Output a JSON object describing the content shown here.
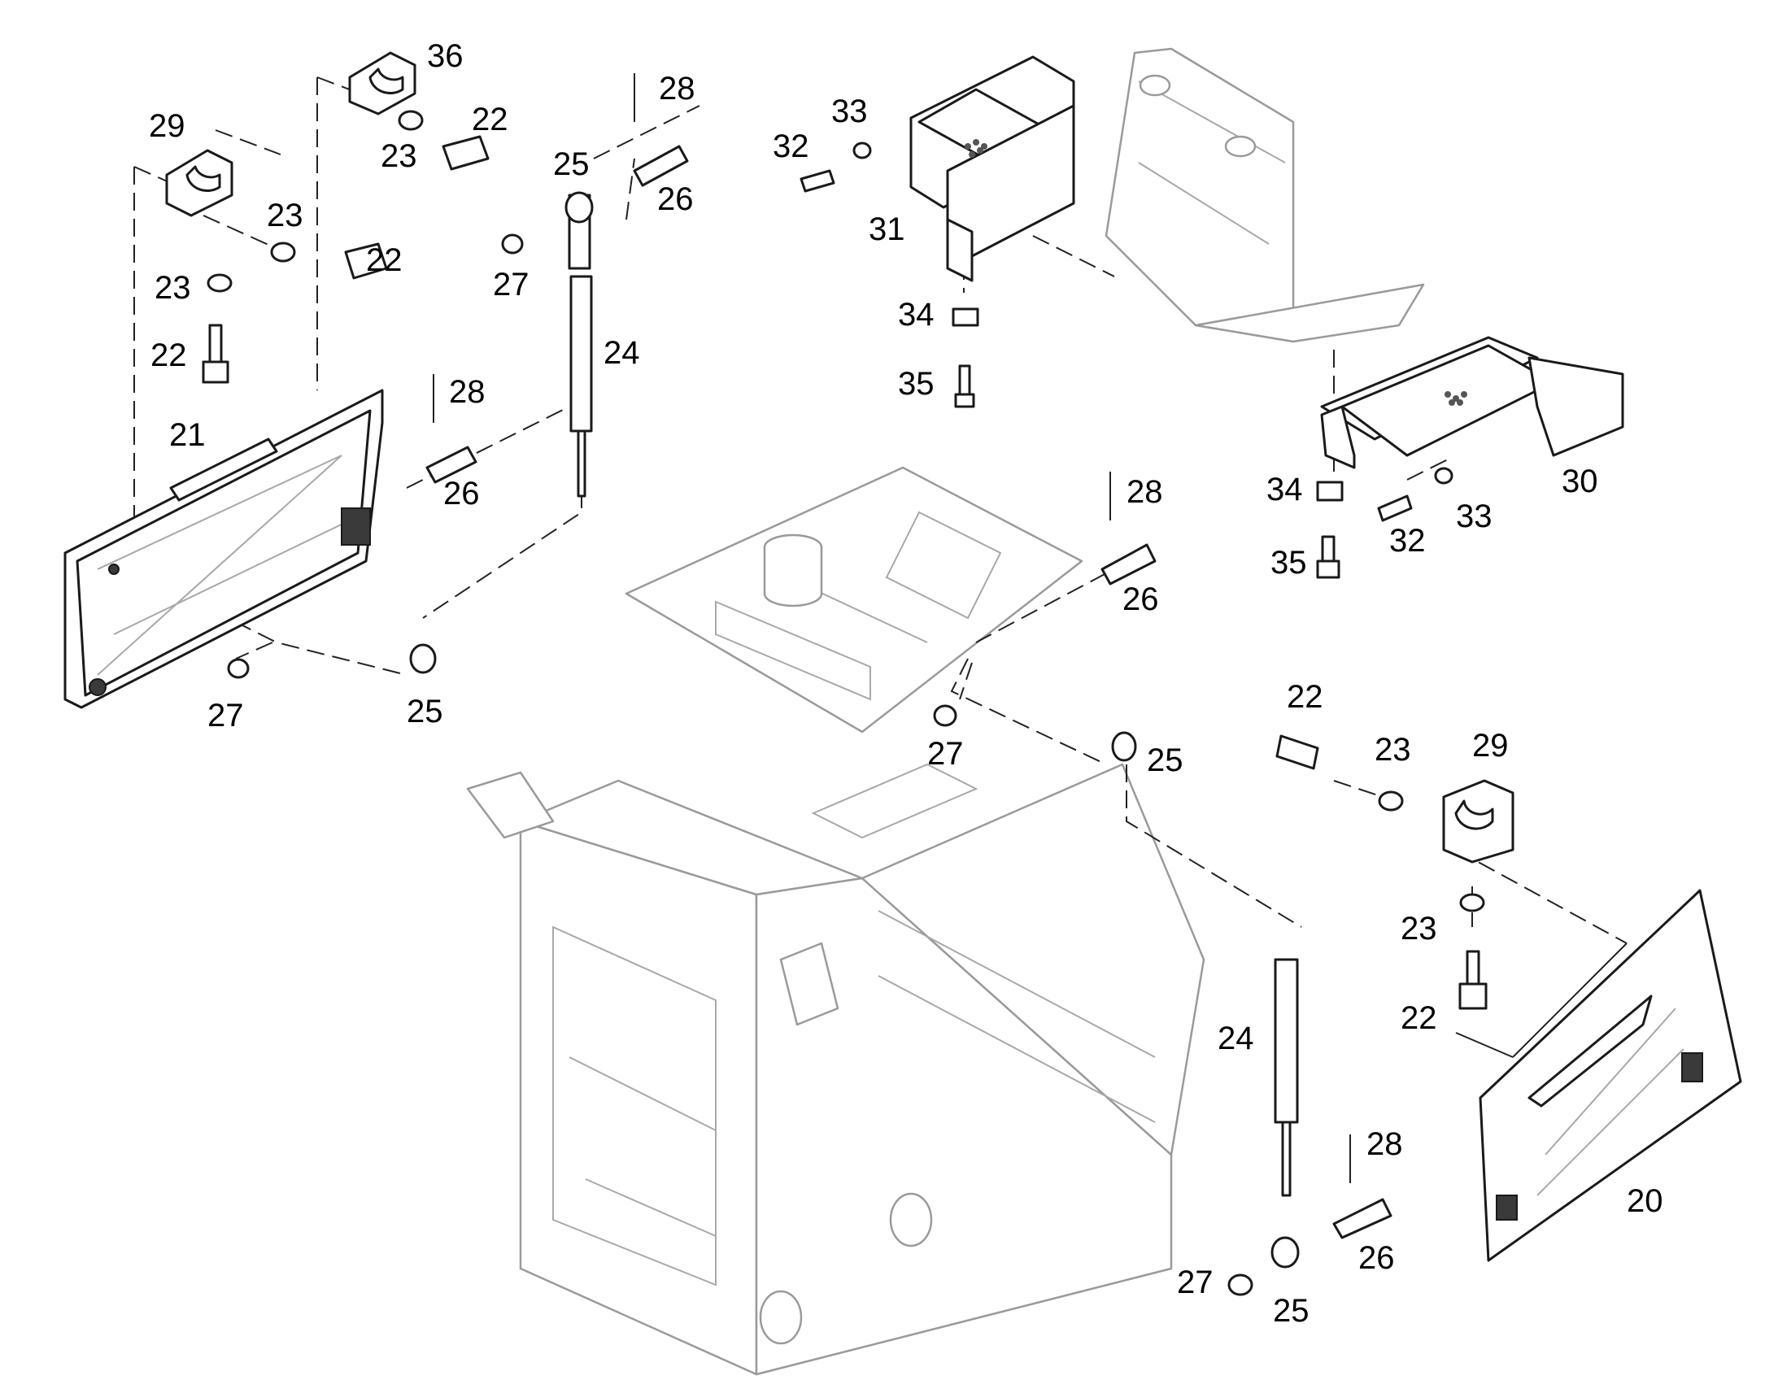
{
  "callouts": [
    {
      "id": "c36",
      "text": "36"
    },
    {
      "id": "c29a",
      "text": "29"
    },
    {
      "id": "c28a",
      "text": "28"
    },
    {
      "id": "c33a",
      "text": "33"
    },
    {
      "id": "c22a",
      "text": "22"
    },
    {
      "id": "c25a",
      "text": "25"
    },
    {
      "id": "c32a",
      "text": "32"
    },
    {
      "id": "c23a",
      "text": "23"
    },
    {
      "id": "c26a",
      "text": "26"
    },
    {
      "id": "c23b",
      "text": "23"
    },
    {
      "id": "c31",
      "text": "31"
    },
    {
      "id": "c22b",
      "text": "22"
    },
    {
      "id": "c23c",
      "text": "23"
    },
    {
      "id": "c27a",
      "text": "27"
    },
    {
      "id": "c34a",
      "text": "34"
    },
    {
      "id": "c22c",
      "text": "22"
    },
    {
      "id": "c24a",
      "text": "24"
    },
    {
      "id": "c35a",
      "text": "35"
    },
    {
      "id": "c28b",
      "text": "28"
    },
    {
      "id": "c21",
      "text": "21"
    },
    {
      "id": "c26b",
      "text": "26"
    },
    {
      "id": "c34b",
      "text": "34"
    },
    {
      "id": "c30",
      "text": "30"
    },
    {
      "id": "c28c",
      "text": "28"
    },
    {
      "id": "c33b",
      "text": "33"
    },
    {
      "id": "c32b",
      "text": "32"
    },
    {
      "id": "c35b",
      "text": "35"
    },
    {
      "id": "c26c",
      "text": "26"
    },
    {
      "id": "c27b",
      "text": "27"
    },
    {
      "id": "c25b",
      "text": "25"
    },
    {
      "id": "c22d",
      "text": "22"
    },
    {
      "id": "c27c",
      "text": "27"
    },
    {
      "id": "c25c",
      "text": "25"
    },
    {
      "id": "c23d",
      "text": "23"
    },
    {
      "id": "c29b",
      "text": "29"
    },
    {
      "id": "c23e",
      "text": "23"
    },
    {
      "id": "c22e",
      "text": "22"
    },
    {
      "id": "c24b",
      "text": "24"
    },
    {
      "id": "c28d",
      "text": "28"
    },
    {
      "id": "c20",
      "text": "20"
    },
    {
      "id": "c26d",
      "text": "26"
    },
    {
      "id": "c27d",
      "text": "27"
    },
    {
      "id": "c25d",
      "text": "25"
    }
  ]
}
